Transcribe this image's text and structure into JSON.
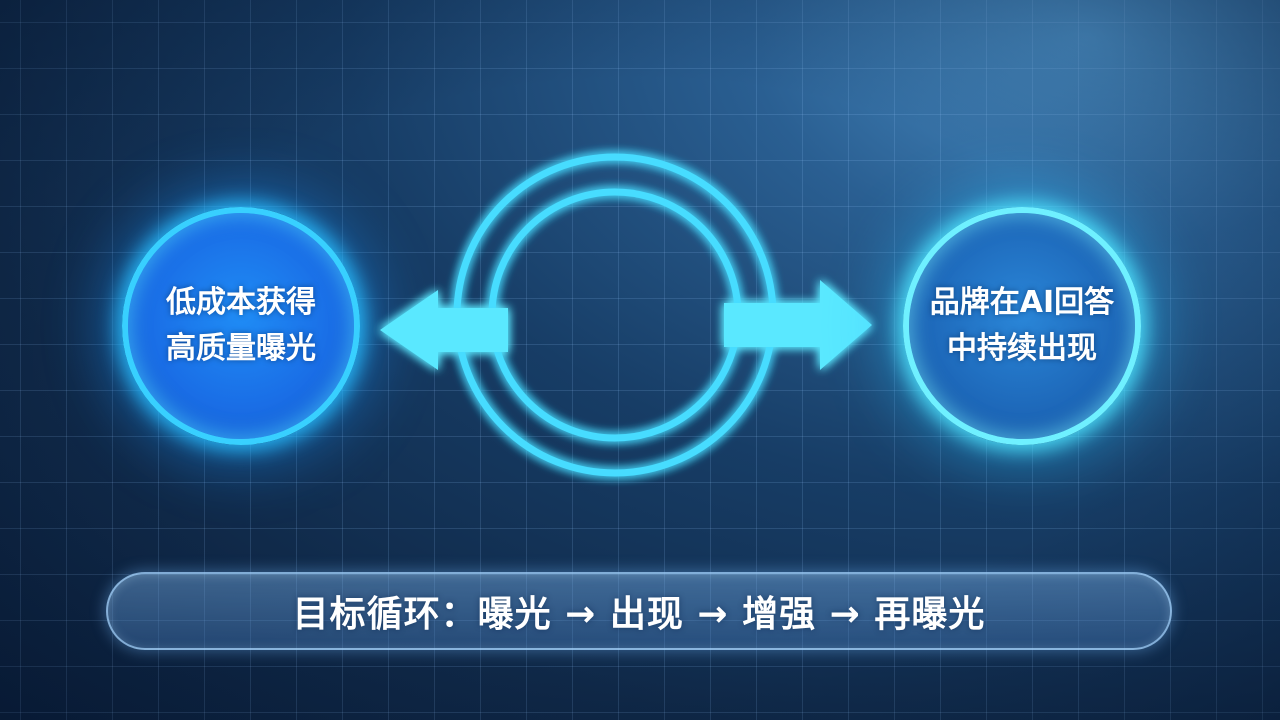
{
  "diagram": {
    "left_node": {
      "line1": "低成本获得",
      "line2": "高质量曝光"
    },
    "right_node": {
      "line1": "品牌在AI回答",
      "line2": "中持续出现"
    },
    "banner": {
      "text": "目标循环：曝光 → 出现 → 增强 → 再曝光"
    }
  },
  "colors": {
    "glow_cyan": "#38d0ff",
    "arrow_cyan": "#5ae8ff",
    "ring_cyan": "#46dcff",
    "node_left_fill": "#1a6ee6",
    "node_right_fill": "#1d67b8",
    "background": "#173d66"
  }
}
